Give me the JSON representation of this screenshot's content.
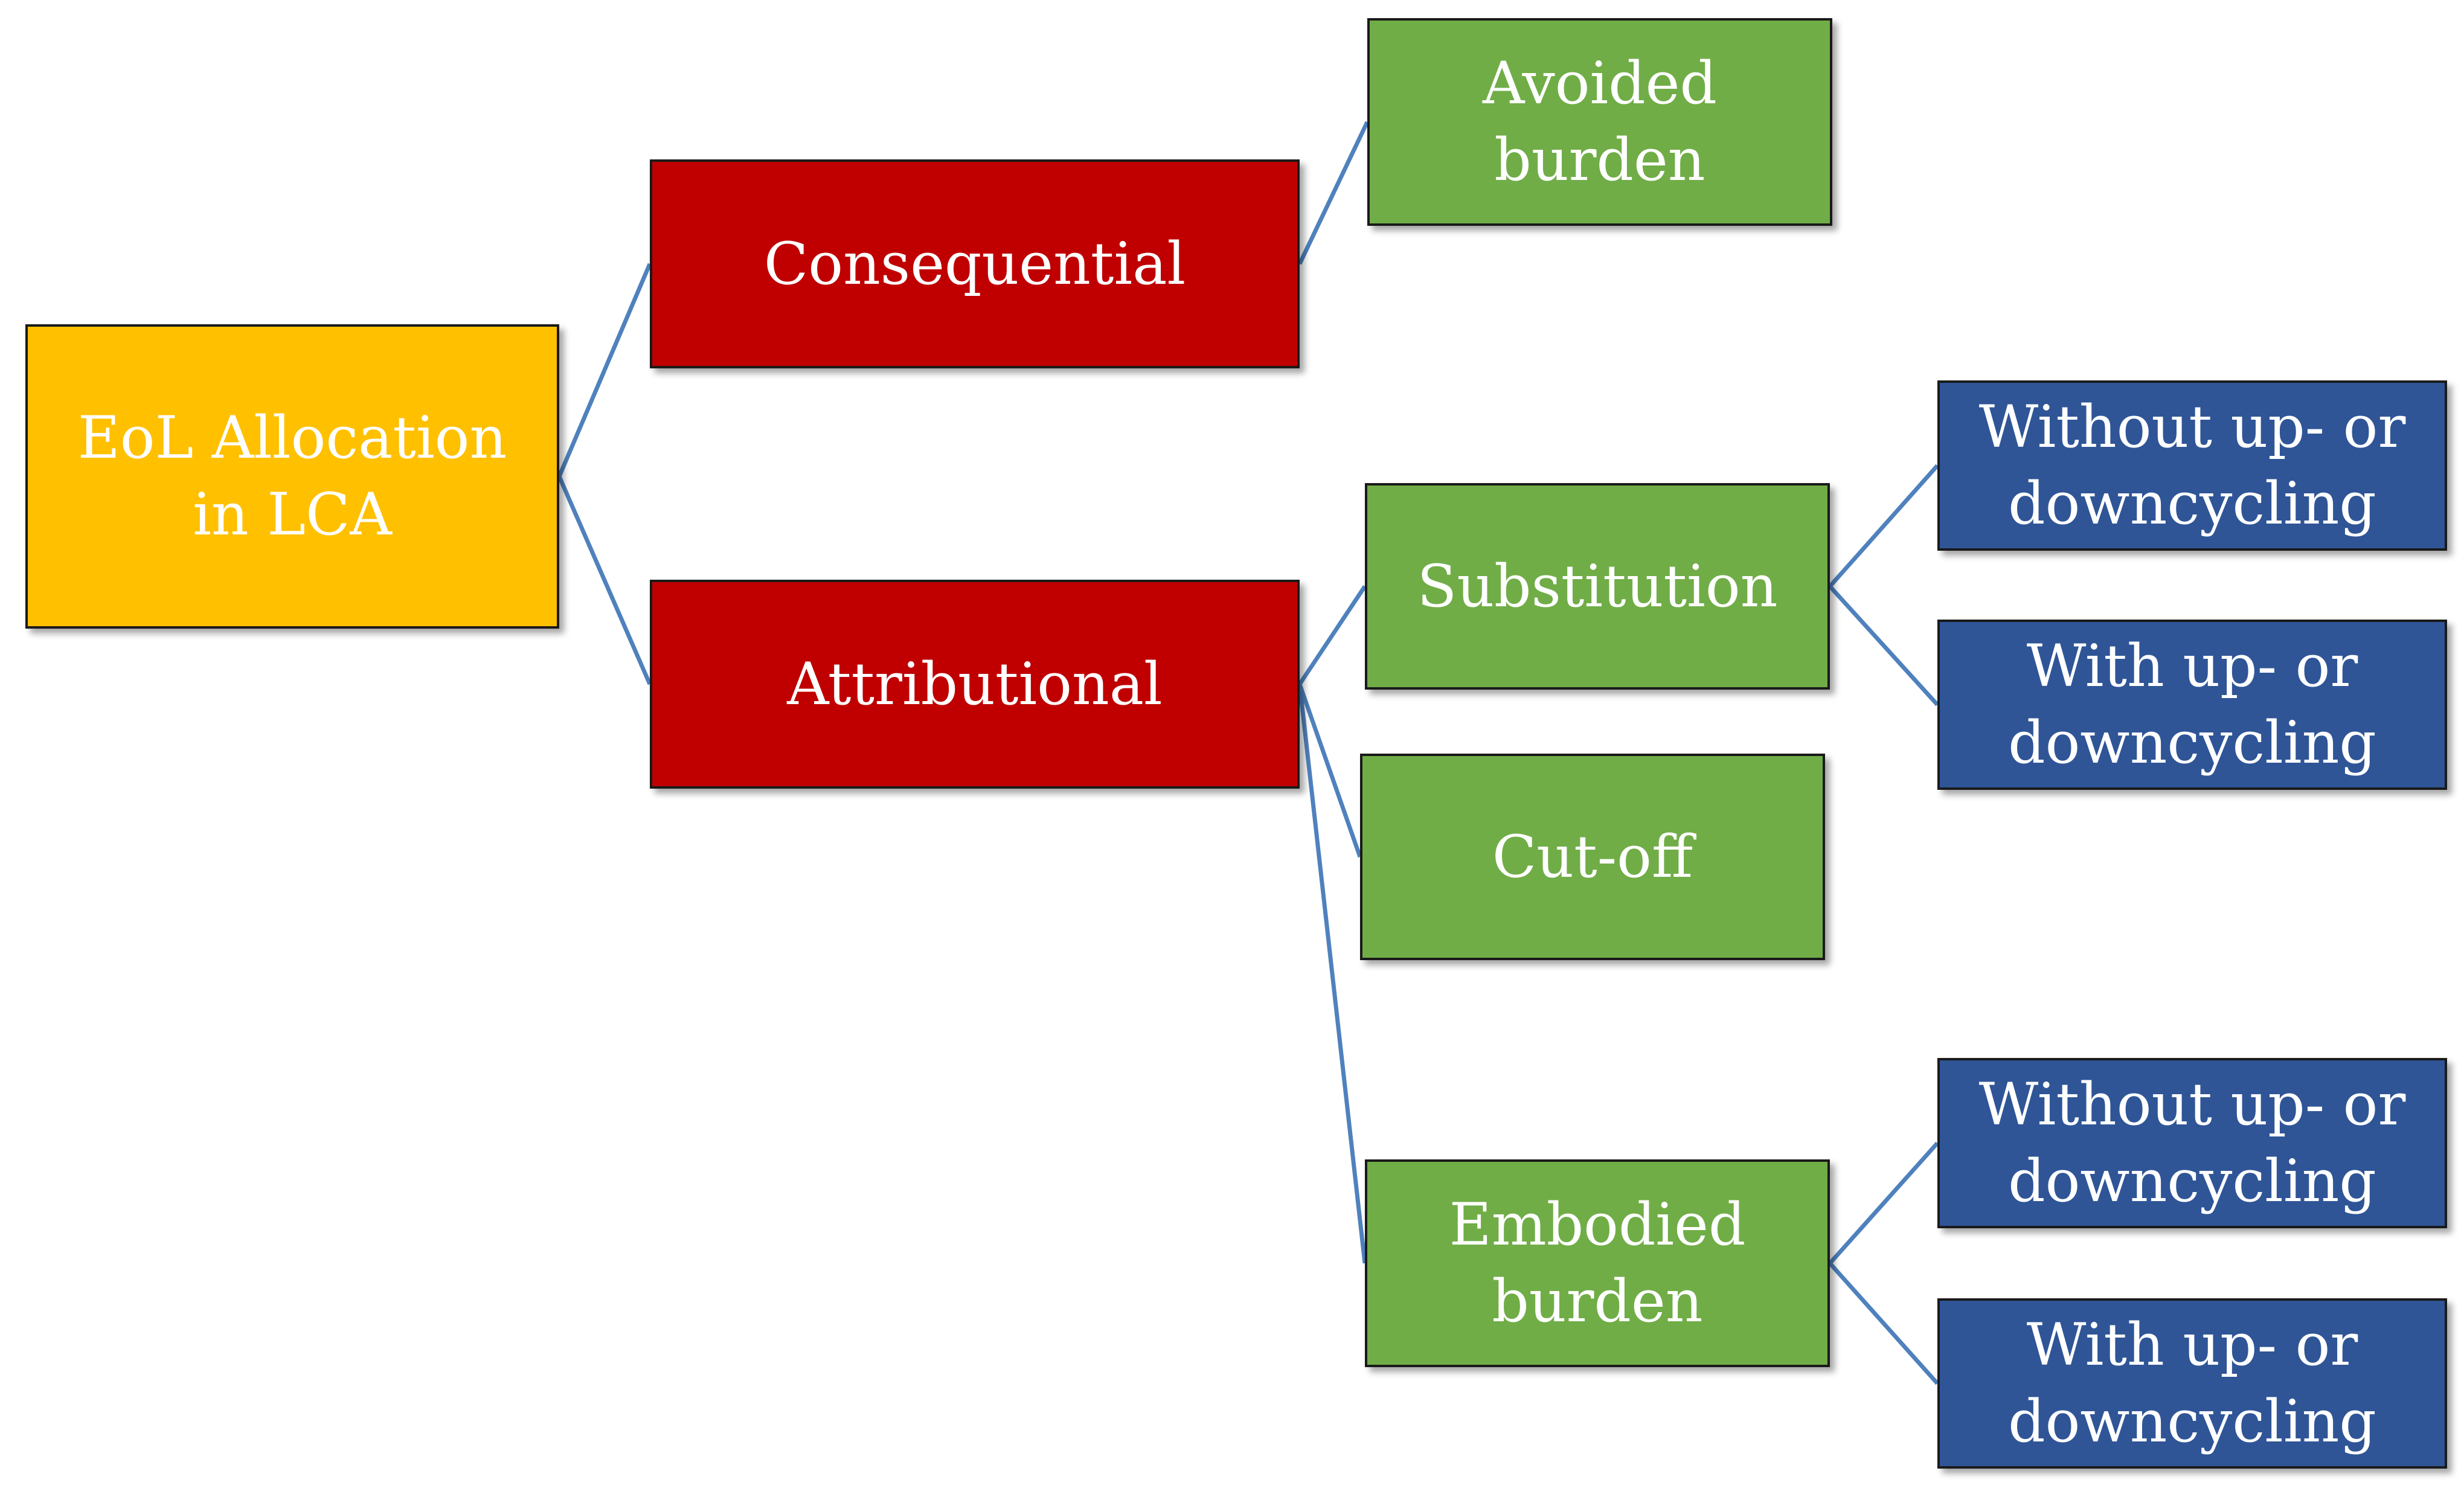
{
  "diagram": {
    "colors": {
      "root": "#FFC000",
      "category": "#C00000",
      "method": "#70AD47",
      "variant": "#2F5597",
      "connector": "#4F81BD",
      "text": "#FFFFFF"
    },
    "nodes": {
      "root": "EoL Allocation\nin LCA",
      "consequential": "Consequential",
      "attributional": "Attributional",
      "avoided_burden": "Avoided\nburden",
      "substitution": "Substitution",
      "cut_off": "Cut-off",
      "embodied_burden": "Embodied\nburden",
      "substitution_without": "Without up- or\ndowncycling",
      "substitution_with": "With up- or\ndowncycling",
      "embodied_without": "Without up- or\ndowncycling",
      "embodied_with": "With up- or\ndowncycling"
    },
    "edges": [
      [
        "root",
        "consequential"
      ],
      [
        "root",
        "attributional"
      ],
      [
        "consequential",
        "avoided_burden"
      ],
      [
        "attributional",
        "substitution"
      ],
      [
        "attributional",
        "cut_off"
      ],
      [
        "attributional",
        "embodied_burden"
      ],
      [
        "substitution",
        "substitution_without"
      ],
      [
        "substitution",
        "substitution_with"
      ],
      [
        "embodied_burden",
        "embodied_without"
      ],
      [
        "embodied_burden",
        "embodied_with"
      ]
    ]
  }
}
